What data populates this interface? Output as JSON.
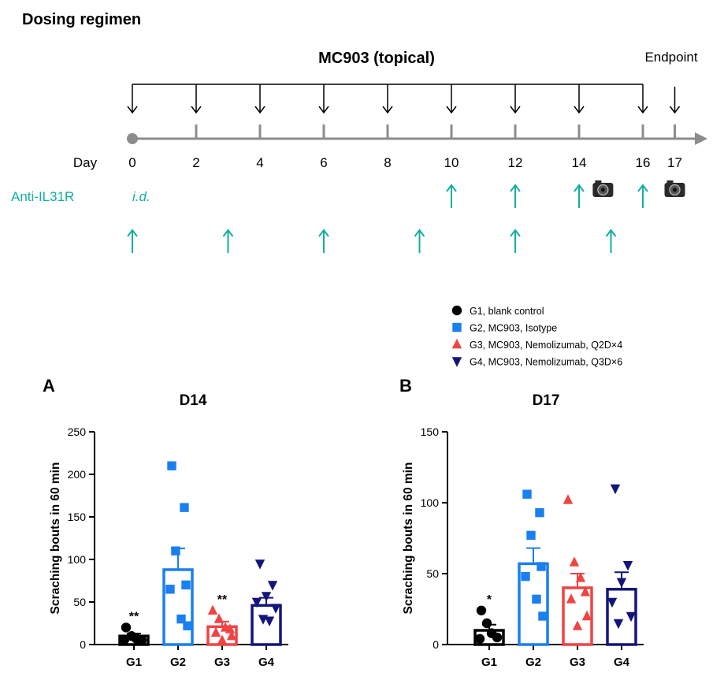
{
  "figure": {
    "title": "Dosing regimen",
    "topical_label": "MC903 (topical)",
    "endpoint_label": "Endpoint",
    "day_label": "Day",
    "antibody_label": "Anti-IL31R",
    "route_label": "i.d.",
    "days": [
      0,
      2,
      4,
      6,
      8,
      10,
      12,
      14,
      16,
      17
    ],
    "topical_days": [
      0,
      2,
      4,
      6,
      8,
      10,
      12,
      14,
      16
    ],
    "endpoint_day": 17,
    "regimen_q2d_days": [
      10,
      12,
      14,
      16
    ],
    "regimen_q3d_days": [
      0,
      3,
      6,
      9,
      12,
      15
    ],
    "camera_days": [
      14.75,
      17
    ],
    "colors": {
      "axis_gray": "#8c8c8c",
      "teal": "#13aea1",
      "G1": "#000000",
      "G2": "#1a7ff0",
      "G3": "#ef4444",
      "G4": "#14147a"
    }
  },
  "legend": [
    {
      "group": "G1",
      "label": "G1, blank control",
      "marker": "circle"
    },
    {
      "group": "G2",
      "label": "G2, MC903, Isotype",
      "marker": "square"
    },
    {
      "group": "G3",
      "label": "G3, MC903, Nemolizumab, Q2D×4",
      "marker": "triangle-up"
    },
    {
      "group": "G4",
      "label": "G4, MC903, Nemolizumab, Q3D×6",
      "marker": "triangle-down"
    }
  ],
  "chart_data": [
    {
      "type": "bar",
      "panel": "A",
      "title": "D14",
      "ylabel": "Scraching bouts  in 60 min",
      "ylim": [
        0,
        250
      ],
      "yticks": [
        0,
        50,
        100,
        150,
        200,
        250
      ],
      "categories": [
        "G1",
        "G2",
        "G3",
        "G4"
      ],
      "values": [
        10,
        88,
        21,
        46
      ],
      "errors": [
        3,
        25,
        6,
        9
      ],
      "significance": [
        "**",
        "",
        "**",
        ""
      ],
      "points": [
        [
          20,
          10,
          7,
          5,
          6
        ],
        [
          210,
          161,
          110,
          70,
          65,
          30,
          22
        ],
        [
          40,
          30,
          20,
          18,
          14,
          10,
          5
        ],
        [
          95,
          70,
          57,
          50,
          43,
          30,
          28
        ]
      ]
    },
    {
      "type": "bar",
      "panel": "B",
      "title": "D17",
      "ylabel": "Scraching bouts  in 60 min",
      "ylim": [
        0,
        150
      ],
      "yticks": [
        0,
        50,
        100,
        150
      ],
      "categories": [
        "G1",
        "G2",
        "G3",
        "G4"
      ],
      "values": [
        10,
        57,
        40,
        39
      ],
      "errors": [
        4,
        11,
        10,
        12
      ],
      "significance": [
        "*",
        "",
        "",
        ""
      ],
      "points": [
        [
          24,
          15,
          8,
          5,
          4
        ],
        [
          106,
          93,
          77,
          55,
          48,
          32,
          20
        ],
        [
          102,
          58,
          47,
          37,
          32,
          20,
          13
        ],
        [
          110,
          56,
          44,
          30,
          20,
          15
        ]
      ]
    }
  ]
}
